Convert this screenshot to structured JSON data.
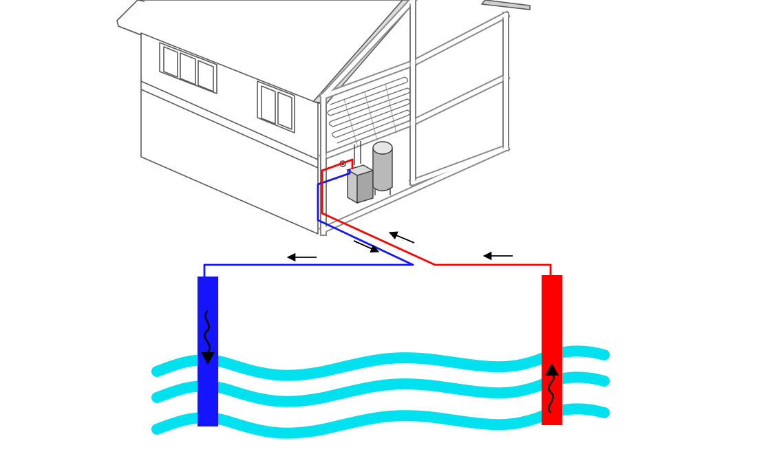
{
  "colors": {
    "background": "#ffffff",
    "house_line": "#5a5a5a",
    "house_frame": "#9a9a9a",
    "warm_pipe": "#ff0000",
    "cold_pipe": "#1414ff",
    "groundwater": "#00e1f0",
    "arrow": "#000000"
  },
  "icons": {
    "flow_arrow": "flow-arrow-icon",
    "wavy_flow_arrow": "wavy-flow-arrow-icon",
    "heat_pump": "heat-pump-icon",
    "storage_tank": "storage-tank-icon"
  },
  "flow_directions": {
    "return_pipe": "left",
    "supply_pipe": "left",
    "cold_well_flow": "down",
    "warm_well_flow": "up"
  }
}
